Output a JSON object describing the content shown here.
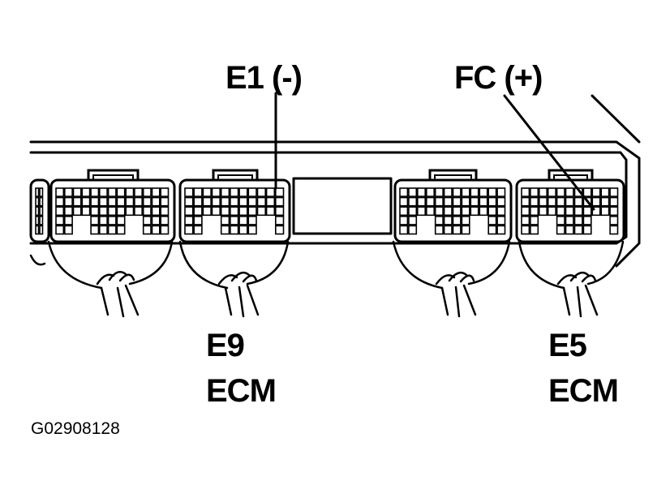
{
  "labels": {
    "e1": "E1 (-)",
    "fc": "FC (+)",
    "e9": "E9",
    "e9_ecm": "ECM",
    "e5": "E5",
    "e5_ecm": "ECM",
    "figure_id": "G02908128"
  },
  "colors": {
    "ink": "#000000",
    "paper": "#ffffff"
  }
}
